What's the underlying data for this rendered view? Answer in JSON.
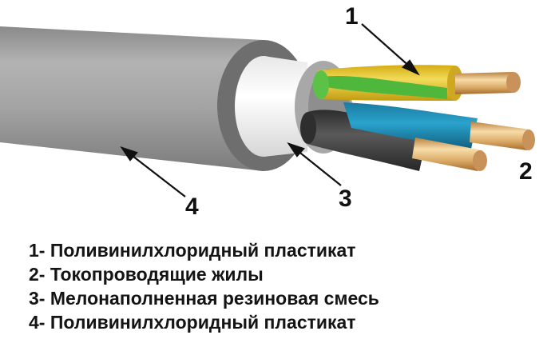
{
  "diagram": {
    "subject": "Power cable cutaway (3-core)",
    "colors": {
      "outer_sheath": "#9a9a9a",
      "outer_sheath_end": "#6f6f6f",
      "filler": "#f4f4f4",
      "inner_sheath": "#a9a9a9",
      "core_yellow": "#e6c62a",
      "core_green": "#4fb83c",
      "core_blue": "#1f8db4",
      "core_black": "#3b3b3b",
      "copper": "#d9a864"
    },
    "callouts": [
      {
        "number": "1",
        "target": "yellow-green core insulation"
      },
      {
        "number": "2",
        "target": "copper conductors"
      },
      {
        "number": "3",
        "target": "white filler layer"
      },
      {
        "number": "4",
        "target": "outer grey sheath"
      }
    ]
  },
  "labels": {
    "c1": "1",
    "c2": "2",
    "c3": "3",
    "c4": "4"
  },
  "legend": {
    "items": [
      {
        "text": "1- Поливинилхлоридный пластикат"
      },
      {
        "text": "2- Токопроводящие жилы"
      },
      {
        "text": "3- Мелонаполненная резиновая смесь"
      },
      {
        "text": "4- Поливинилхлоридный пластикат"
      }
    ]
  }
}
